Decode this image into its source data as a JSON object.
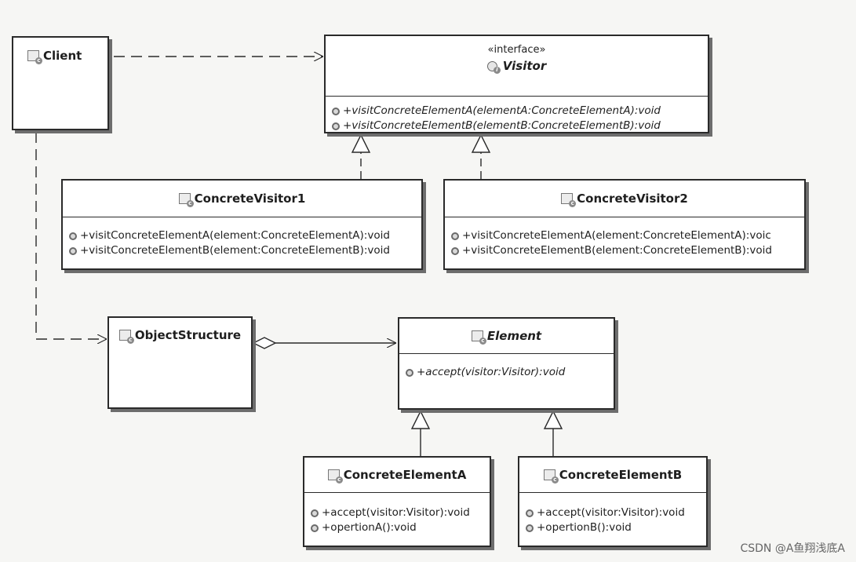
{
  "classes": {
    "client": {
      "name": "Client"
    },
    "visitor": {
      "stereotype": "«interface»",
      "name": "Visitor",
      "operations": [
        "+visitConcreteElementA(elementA:ConcreteElementA):void",
        "+visitConcreteElementB(elementB:ConcreteElementB):void"
      ]
    },
    "concrete_visitor1": {
      "name": "ConcreteVisitor1",
      "operations": [
        "+visitConcreteElementA(element:ConcreteElementA):void",
        "+visitConcreteElementB(element:ConcreteElementB):void"
      ]
    },
    "concrete_visitor2": {
      "name": "ConcreteVisitor2",
      "operations": [
        "+visitConcreteElementA(element:ConcreteElementA):voic",
        "+visitConcreteElementB(element:ConcreteElementB):void"
      ]
    },
    "object_structure": {
      "name": "ObjectStructure"
    },
    "element": {
      "name": "Element",
      "operations": [
        "+accept(visitor:Visitor):void"
      ]
    },
    "concrete_element_a": {
      "name": "ConcreteElementA",
      "operations": [
        "+accept(visitor:Visitor):void",
        "+opertionA():void"
      ]
    },
    "concrete_element_b": {
      "name": "ConcreteElementB",
      "operations": [
        "+accept(visitor:Visitor):void",
        "+opertionB():void"
      ]
    }
  },
  "relations": [
    {
      "from": "Client",
      "to": "Visitor",
      "kind": "dependency"
    },
    {
      "from": "Client",
      "to": "ObjectStructure",
      "kind": "dependency"
    },
    {
      "from": "ConcreteVisitor1",
      "to": "Visitor",
      "kind": "realization"
    },
    {
      "from": "ConcreteVisitor2",
      "to": "Visitor",
      "kind": "realization"
    },
    {
      "from": "ObjectStructure",
      "to": "Element",
      "kind": "aggregation"
    },
    {
      "from": "ConcreteElementA",
      "to": "Element",
      "kind": "generalization"
    },
    {
      "from": "ConcreteElementB",
      "to": "Element",
      "kind": "generalization"
    }
  ],
  "watermark": "CSDN @A鱼翔浅底A",
  "colors": {
    "line": "#2a2a2a",
    "shadow": "#6d6d6d",
    "background": "#f6f6f4"
  }
}
